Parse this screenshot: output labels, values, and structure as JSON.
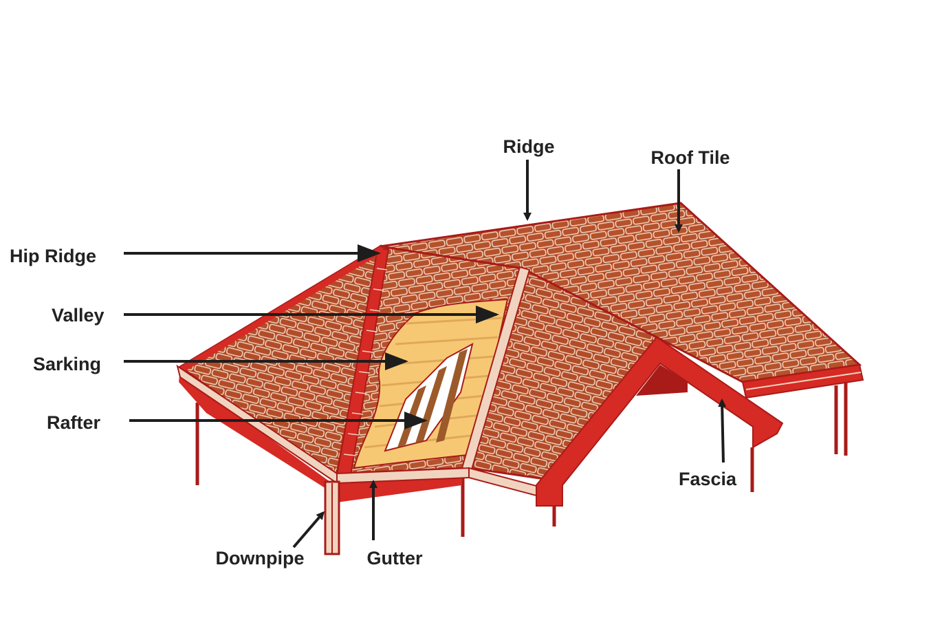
{
  "labels": {
    "ridge": "Ridge",
    "roof_tile": "Roof Tile",
    "hip_ridge": "Hip Ridge",
    "valley": "Valley",
    "sarking": "Sarking",
    "rafter": "Rafter",
    "fascia": "Fascia",
    "downpipe": "Downpipe",
    "gutter": "Gutter"
  },
  "colors": {
    "roof_tile": "#b24a26",
    "tile_outline": "#f3d9c4",
    "trim": "#d62a24",
    "trim_dark": "#a81b18",
    "sarking": "#f7c873",
    "rafter": "#9c5a2a",
    "label_text": "#222222"
  }
}
